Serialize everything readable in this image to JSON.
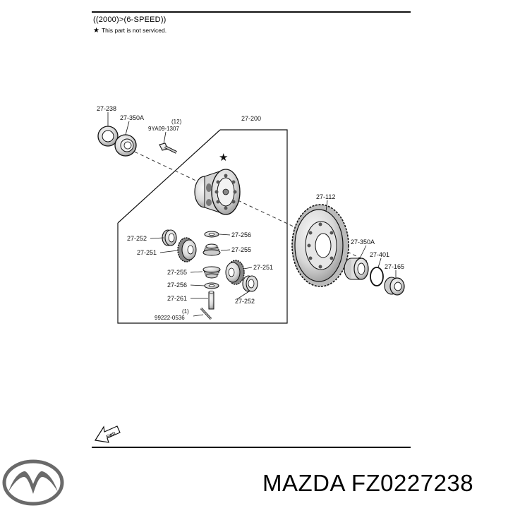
{
  "header": {
    "applicability": "((2000)>(6-SPEED))",
    "note_symbol": "★",
    "note": "This part is not serviced."
  },
  "diagram": {
    "callouts": {
      "seal_left": "27-238",
      "bearing_left": "27-350A",
      "bolt_qty": "(12)",
      "bolt": "9YA09-1307",
      "case_assembly": "27-200",
      "ring_gear": "27-112",
      "bearing_right": "27-350A",
      "shim": "27-401",
      "seal_right": "27-165",
      "washer_l": "27-252",
      "side_gear_l": "27-251",
      "washer_pinion_t": "27-256",
      "pinion_t": "27-255",
      "pinion_b": "27-255",
      "side_gear_r": "27-251",
      "washer_pinion_b": "27-256",
      "washer_r": "27-252",
      "shaft": "27-261",
      "pin_qty": "(1)",
      "pin": "99222-0536"
    },
    "not_serviced_marker": "★",
    "fwd_label": "FWD"
  },
  "brand": {
    "text": "MAZDA FZ0227238",
    "logo": "mazda-logo"
  },
  "colors": {
    "ink": "#111111",
    "gray": "#cfcfcf",
    "dark_gray": "#7a7a7a"
  }
}
